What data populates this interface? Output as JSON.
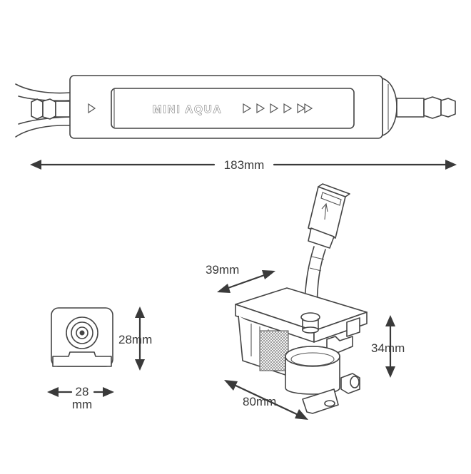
{
  "top_view": {
    "brand_label": "MINI AQUA",
    "length_label": "183mm"
  },
  "pump_front": {
    "height_label": "28mm",
    "width_line1": "28",
    "width_line2": "mm"
  },
  "reservoir": {
    "depth_label": "39mm",
    "height_label": "34mm",
    "length_label": "80mm"
  }
}
